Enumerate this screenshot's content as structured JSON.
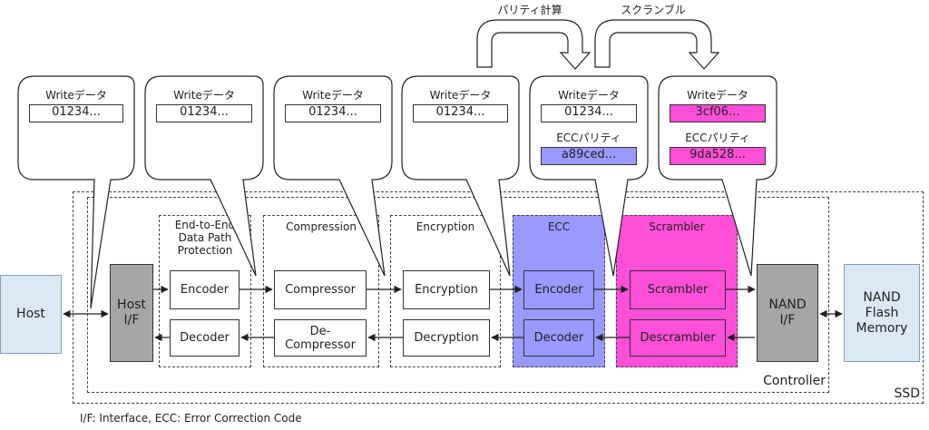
{
  "colors": {
    "host_fill": "#dce9f5",
    "grey_fill": "#a6a6a6",
    "ecc_fill": "#9999ff",
    "scrambler_fill": "#ff4fd8",
    "ecc_value_fill": "#9999ff",
    "scrambled_value_fill": "#ff4fd8"
  },
  "top_labels": {
    "parity_calc": "パリティ計算",
    "scramble": "スクランブル"
  },
  "bubbles": [
    {
      "write_label": "Writeデータ",
      "write_value": "01234..."
    },
    {
      "write_label": "Writeデータ",
      "write_value": "01234..."
    },
    {
      "write_label": "Writeデータ",
      "write_value": "01234..."
    },
    {
      "write_label": "Writeデータ",
      "write_value": "01234..."
    },
    {
      "write_label": "Writeデータ",
      "write_value": "01234...",
      "ecc_label": "ECCパリティ",
      "ecc_value": "a89ced..."
    },
    {
      "write_label": "Writeデータ",
      "write_value": "3cf06...",
      "ecc_label": "ECCパリティ",
      "ecc_value": "9da528..."
    }
  ],
  "host": {
    "label": "Host"
  },
  "host_if": {
    "line1": "Host",
    "line2": "I/F"
  },
  "nand_if": {
    "line1": "NAND",
    "line2": "I/F"
  },
  "nand_memory": {
    "line1": "NAND",
    "line2": "Flash",
    "line3": "Memory"
  },
  "groups": {
    "e2e": {
      "line1": "End-to-End",
      "line2": "Data Path",
      "line3": "Protection",
      "encoder": "Encoder",
      "decoder": "Decoder"
    },
    "compression": {
      "title": "Compression",
      "encoder": "Compressor",
      "decoder_line1": "De-",
      "decoder_line2": "Compressor"
    },
    "encryption": {
      "title": "Encryption",
      "encoder": "Encryption",
      "decoder": "Decryption"
    },
    "ecc": {
      "title": "ECC",
      "encoder": "Encoder",
      "decoder": "Decoder"
    },
    "scrambler": {
      "title": "Scrambler",
      "encoder": "Scrambler",
      "decoder": "Descrambler"
    }
  },
  "controller_label": "Controller",
  "ssd_label": "SSD",
  "footnote": "I/F: Interface, ECC: Error Correction Code"
}
